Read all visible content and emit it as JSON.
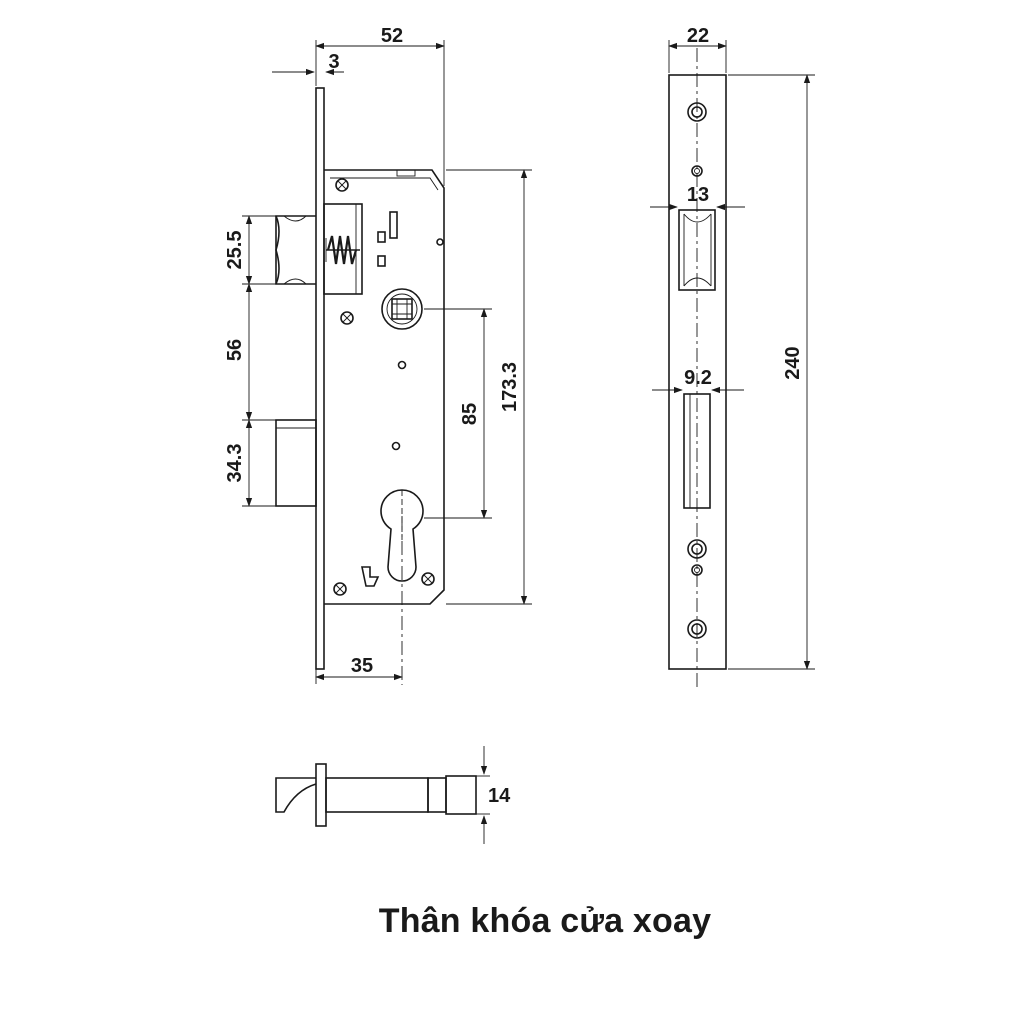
{
  "caption": "Thân khóa cửa xoay",
  "dimensions": {
    "total_depth": "52",
    "faceplate_thickness": "3",
    "latch_height": "25.5",
    "latch_to_bolt": "56",
    "bolt_height": "34.3",
    "handle_to_cylinder": "85",
    "case_height": "173.3",
    "backset": "35",
    "faceplate_width": "22",
    "latch_slot_width": "13",
    "bolt_slot_width": "9.2",
    "faceplate_length": "240",
    "spindle_size": "14"
  }
}
